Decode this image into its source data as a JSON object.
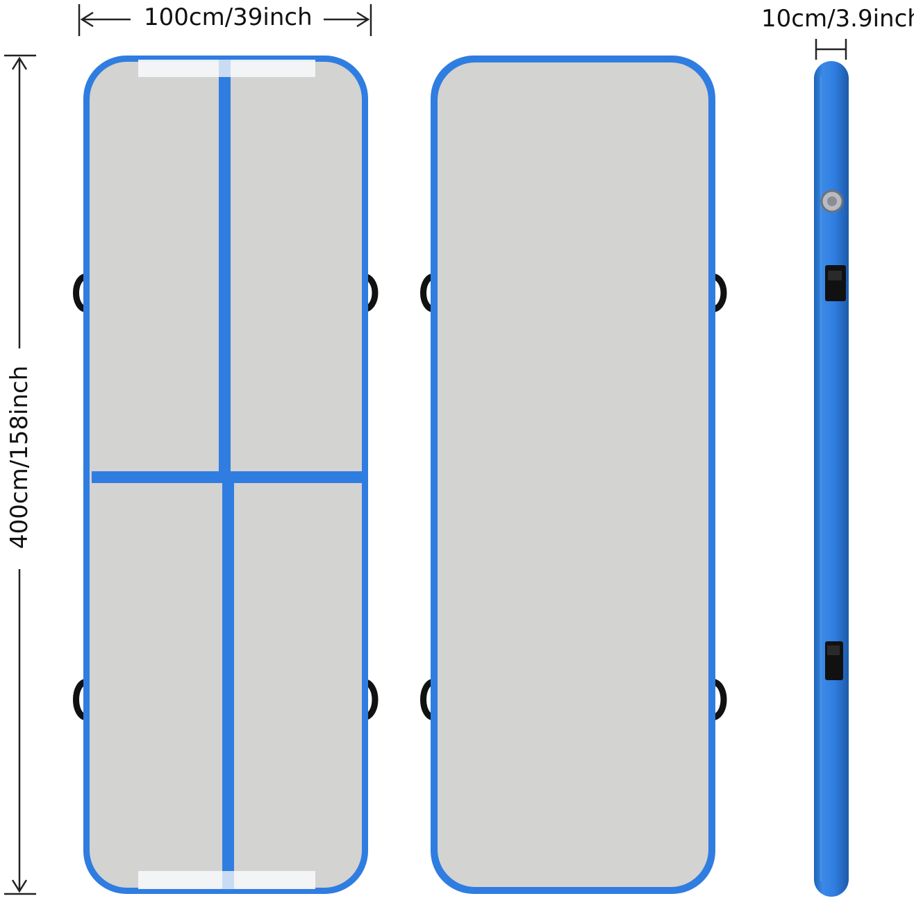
{
  "dimensions": {
    "width_label": "100cm/39inch",
    "length_label": "400cm/158inch",
    "thickness_label": "10cm/3.9inch"
  },
  "colors": {
    "border_blue": "#2f7de0",
    "mat_gray": "#d3d3d1",
    "side_blue": "#2e7cd6",
    "handle": "#111111",
    "tape": "#f2f4f7"
  }
}
